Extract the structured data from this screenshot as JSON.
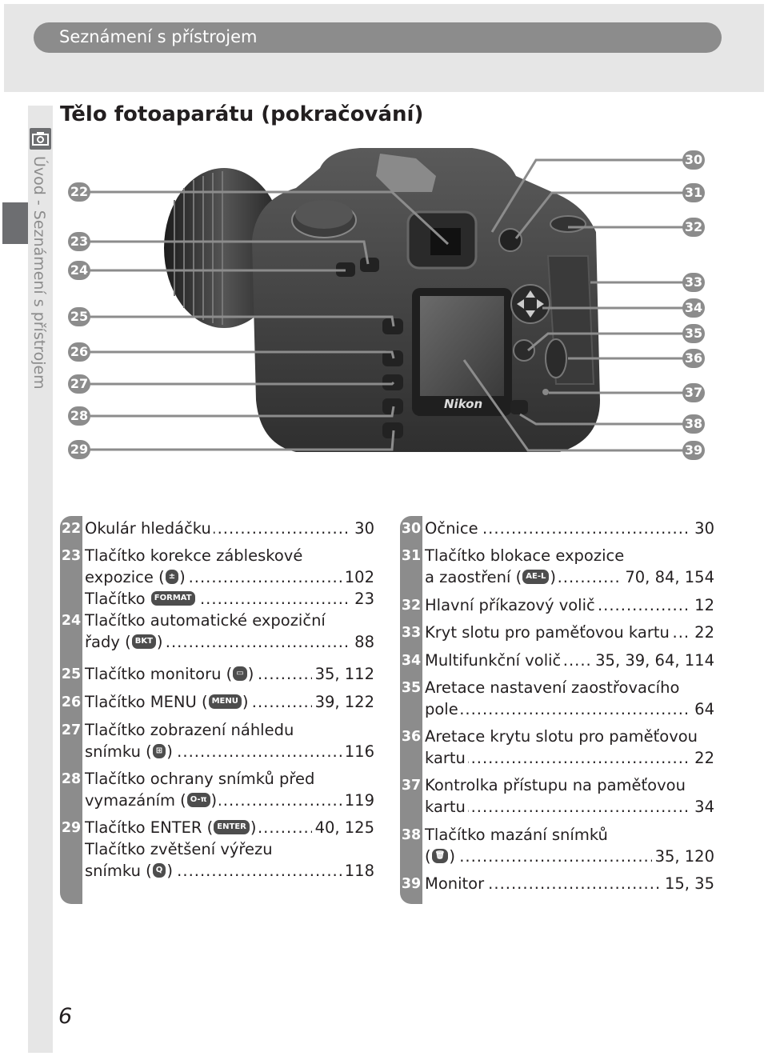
{
  "header": {
    "section": "Seznámení s přístrojem"
  },
  "sidebar": {
    "label": "Úvod - Seznámení s přístrojem",
    "icon": "camera-icon"
  },
  "page": {
    "title": "Tělo fotoaparátu (pokračování)",
    "number": "6"
  },
  "photo": {
    "brand": "Nikon",
    "icon": "camera-back-photo"
  },
  "callouts_left": [
    "22",
    "23",
    "24",
    "25",
    "26",
    "27",
    "28",
    "29"
  ],
  "callouts_right": [
    "30",
    "31",
    "32",
    "33",
    "34",
    "35",
    "36",
    "37",
    "38",
    "39"
  ],
  "left_items": [
    {
      "num": "22",
      "lines": [
        {
          "text": "Okulár hledáčku",
          "ref": "30"
        }
      ]
    },
    {
      "num": "23",
      "lines": [
        {
          "text": "Tlačítko korekce zábleskové",
          "ref": ""
        },
        {
          "text": "expozice (",
          "icon": "±",
          "after": ")",
          "ref": "102"
        },
        {
          "text": "Tlačítko ",
          "icon": "FORMAT",
          "after": "",
          "ref": "23"
        }
      ]
    },
    {
      "num": "24",
      "lines": [
        {
          "text": "Tlačítko automatické expoziční",
          "ref": ""
        },
        {
          "text": "řady (",
          "icon": "BKT",
          "after": ")",
          "ref": "88"
        }
      ]
    },
    {
      "num": "25",
      "lines": [
        {
          "text": "Tlačítko monitoru (",
          "icon": "▭",
          "after": ")",
          "ref": "35, 112"
        }
      ]
    },
    {
      "num": "26",
      "lines": [
        {
          "text": "Tlačítko MENU (",
          "icon": "MENU",
          "after": ")",
          "ref": "39, 122"
        }
      ]
    },
    {
      "num": "27",
      "lines": [
        {
          "text": "Tlačítko zobrazení náhledu",
          "ref": ""
        },
        {
          "text": "snímku (",
          "icon": "⊞",
          "after": ")",
          "ref": "116"
        }
      ]
    },
    {
      "num": "28",
      "lines": [
        {
          "text": "Tlačítko ochrany snímků před",
          "ref": ""
        },
        {
          "text": "vymazáním (",
          "icon": "O-π",
          "after": ")",
          "ref": "119"
        }
      ]
    },
    {
      "num": "29",
      "lines": [
        {
          "text": "Tlačítko ENTER (",
          "icon": "ENTER",
          "after": ")",
          "ref": "40, 125"
        },
        {
          "text": "Tlačítko zvětšení výřezu",
          "ref": ""
        },
        {
          "text": "snímku (",
          "icon": "Q",
          "after": ")",
          "ref": "118"
        }
      ]
    }
  ],
  "right_items": [
    {
      "num": "30",
      "lines": [
        {
          "text": "Očnice",
          "ref": "30"
        }
      ]
    },
    {
      "num": "31",
      "lines": [
        {
          "text": "Tlačítko blokace expozice",
          "ref": ""
        },
        {
          "text": "a zaostření (",
          "icon": "AE-L",
          "after": ")",
          "ref": "70, 84, 154"
        }
      ]
    },
    {
      "num": "32",
      "lines": [
        {
          "text": "Hlavní příkazový volič",
          "ref": "12"
        }
      ]
    },
    {
      "num": "33",
      "lines": [
        {
          "text": "Kryt slotu pro paměťovou kartu",
          "ref": "22"
        }
      ]
    },
    {
      "num": "34",
      "lines": [
        {
          "text": "Multifunkční volič",
          "ref": "35, 39, 64, 114"
        }
      ]
    },
    {
      "num": "35",
      "lines": [
        {
          "text": "Aretace nastavení zaostřovacího",
          "ref": ""
        },
        {
          "text": "pole",
          "ref": "64"
        }
      ]
    },
    {
      "num": "36",
      "lines": [
        {
          "text": "Aretace krytu slotu pro paměťovou",
          "ref": ""
        },
        {
          "text": "kartu",
          "ref": "22"
        }
      ]
    },
    {
      "num": "37",
      "lines": [
        {
          "text": "Kontrolka přístupu na paměťovou",
          "ref": ""
        },
        {
          "text": "kartu",
          "ref": "34"
        }
      ]
    },
    {
      "num": "38",
      "lines": [
        {
          "text": "Tlačítko mazání snímků",
          "ref": ""
        },
        {
          "text": "(",
          "icon": "🗑",
          "after": ")",
          "ref": "35, 120"
        }
      ]
    },
    {
      "num": "39",
      "lines": [
        {
          "text": "Monitor",
          "ref": "15, 35"
        }
      ]
    }
  ]
}
